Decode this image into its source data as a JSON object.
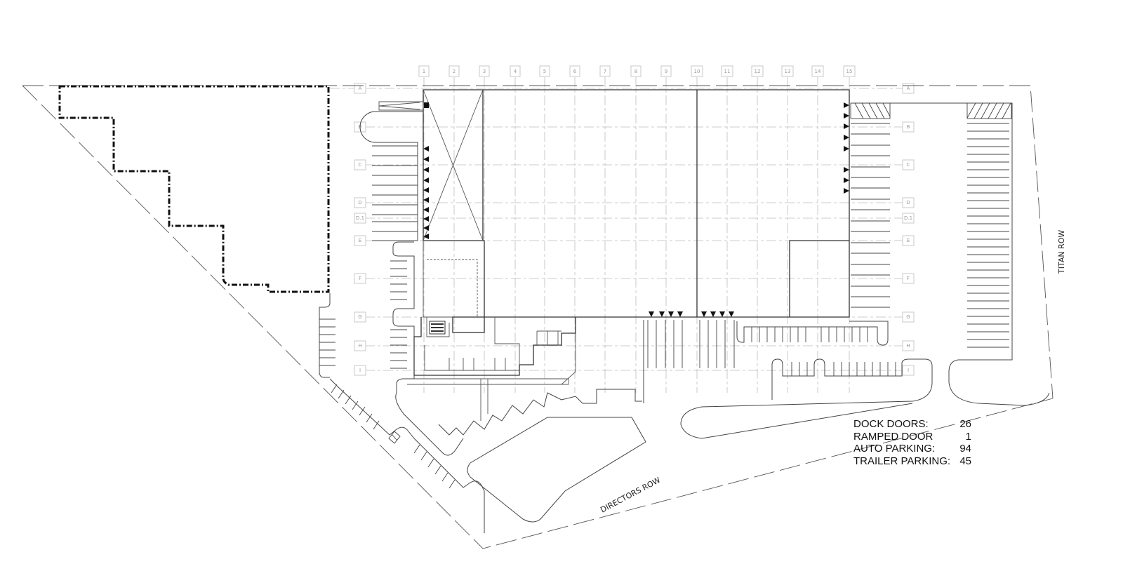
{
  "plan": {
    "column_grid": [
      "1",
      "2",
      "3",
      "4",
      "5",
      "6",
      "7",
      "8",
      "9",
      "10",
      "11",
      "12",
      "13",
      "14",
      "15"
    ],
    "row_grid": [
      "A",
      "B",
      "C",
      "D",
      "D.1",
      "E",
      "F",
      "G",
      "H",
      "I"
    ],
    "streets": {
      "west_south": "DIRECTORS ROW",
      "east": "TITAN ROW"
    }
  },
  "summary": {
    "rows": [
      {
        "label": "DOCK DOORS:",
        "value": "26"
      },
      {
        "label": "RAMPED DOOR",
        "value": "1"
      },
      {
        "label": "AUTO PARKING:",
        "value": "94"
      },
      {
        "label": "TRAILER PARKING:",
        "value": "45"
      }
    ]
  },
  "colors": {
    "line": "#333333",
    "grid": "#bdbdbd",
    "background": "#ffffff"
  }
}
